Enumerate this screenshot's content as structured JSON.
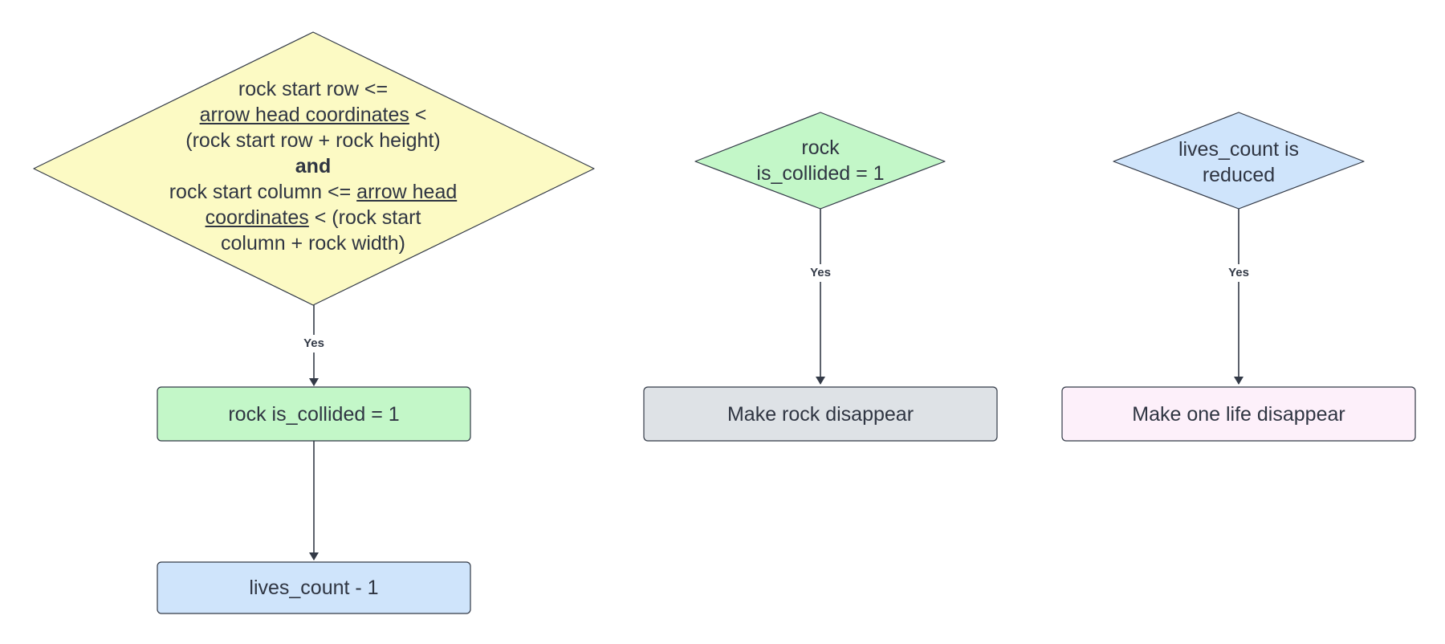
{
  "colors": {
    "yellow": "#fcfac4",
    "green": "#c3f7c8",
    "blue": "#cfe4fb",
    "gray": "#dee2e6",
    "pink": "#fdf0fa",
    "stroke": "#333a47"
  },
  "diagram1": {
    "decision": {
      "line1": "rock start row <=",
      "line2_underlined": "arrow head coordinates",
      "line2_rest": " <",
      "line3": "(rock start row + rock height)",
      "line4_bold": "and",
      "line5_pre": "rock start column <= ",
      "line5_underlined": "arrow head",
      "line6_underlined": "coordinates",
      "line6_rest": " < (rock start",
      "line7": "column + rock width)"
    },
    "yes_label": "Yes",
    "step1": "rock is_collided = 1",
    "step2": "lives_count - 1"
  },
  "diagram2": {
    "decision_line1": "rock",
    "decision_line2": "is_collided = 1",
    "yes_label": "Yes",
    "step": "Make rock disappear"
  },
  "diagram3": {
    "decision_line1": "lives_count is",
    "decision_line2": "reduced",
    "yes_label": "Yes",
    "step": "Make one life disappear"
  }
}
